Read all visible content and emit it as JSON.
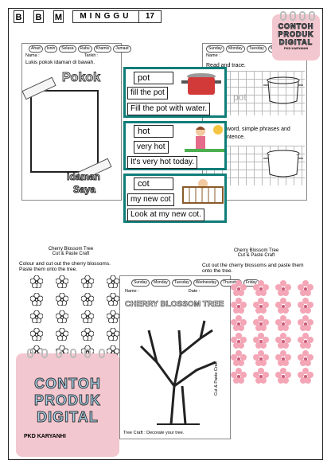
{
  "header": {
    "letters": [
      "B",
      "B",
      "M"
    ],
    "week_label": "MINGGU",
    "week_num": "17"
  },
  "sheet1": {
    "days": [
      "Ahad",
      "Isnin",
      "Selasa",
      "Rabu",
      "Khamis",
      "Jumaat"
    ],
    "name_label": "Nama :",
    "date_label": "Tarikh :",
    "instruction": "Lukis pokok idaman di bawah.",
    "title": "Pokok",
    "subtitle1": "Idaman",
    "subtitle2": "Saya"
  },
  "sheet2": {
    "days": [
      "Sunday",
      "Monday",
      "Tuesday",
      "Wednesday"
    ],
    "name_label": "Name :",
    "instruction": "Read and trace.",
    "trace_word": "pot",
    "instruction2": "word, simple phrases and",
    "instruction2b": "ntence."
  },
  "cards": [
    {
      "word": "pot",
      "phrase": "fill the pot",
      "sentence": "Fill the pot with water."
    },
    {
      "word": "hot",
      "phrase": "very hot",
      "sentence": "It's very hot today."
    },
    {
      "word": "cot",
      "phrase": "my new cot",
      "sentence": "Look at my new cot."
    }
  ],
  "sheet3": {
    "title1": "Cherry Blossom Tree",
    "title2": "Cut & Paste Craft",
    "instruction": "Colour and cut out the cherry blossoms. Paste them onto the tree."
  },
  "sheet4": {
    "days": [
      "Sunday",
      "Monday",
      "Tuesday",
      "Wednesday",
      "Thursday",
      "Friday"
    ],
    "name_label": "Name :",
    "date_label": "Date :",
    "title": "CHERRY BLOSSOM TREE",
    "footer": "Tree Craft : Decorate your tree.",
    "side": "Cut & Paste Craft"
  },
  "sheet5": {
    "title1": "Cherry Blossom Tree",
    "title2": "Cut & Paste Craft",
    "instruction": "Cut out the cherry blossoms and paste them onto the tree."
  },
  "badge": {
    "line1": "CONTOH",
    "line2": "PRODUK",
    "line3": "DIGITAL",
    "brand": "PKD KARYANHI",
    "colors": {
      "pink": "#f3c7cf",
      "blue": "#a9d6f0"
    }
  }
}
